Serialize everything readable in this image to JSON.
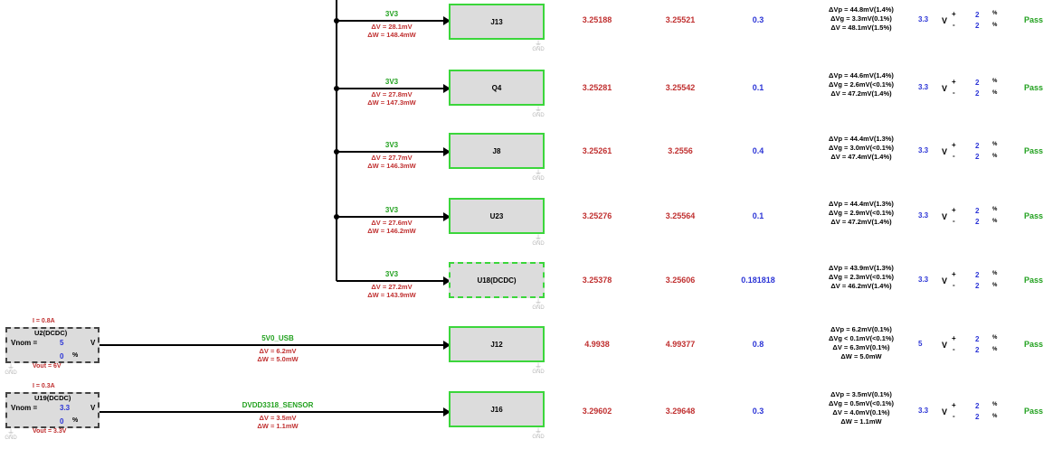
{
  "rows": [
    {
      "net": "3V3",
      "dv": "ΔV = 28.1mV",
      "dw": "ΔW = 148.4mW",
      "comp": "J13",
      "v1": "3.25188",
      "v2": "3.25521",
      "cur": "0.3",
      "res": [
        "ΔVp = 44.8mV(1.4%)",
        "ΔVg = 3.3mV(0.1%)",
        "ΔV = 48.1mV(1.5%)"
      ],
      "vnom": "3.3",
      "tp": "2",
      "tm": "2",
      "status": "Pass"
    },
    {
      "net": "3V3",
      "dv": "ΔV = 27.8mV",
      "dw": "ΔW = 147.3mW",
      "comp": "Q4",
      "v1": "3.25281",
      "v2": "3.25542",
      "cur": "0.1",
      "res": [
        "ΔVp = 44.6mV(1.4%)",
        "ΔVg = 2.6mV(<0.1%)",
        "ΔV = 47.2mV(1.4%)"
      ],
      "vnom": "3.3",
      "tp": "2",
      "tm": "2",
      "status": "Pass"
    },
    {
      "net": "3V3",
      "dv": "ΔV = 27.7mV",
      "dw": "ΔW = 146.3mW",
      "comp": "J8",
      "v1": "3.25261",
      "v2": "3.2556",
      "cur": "0.4",
      "res": [
        "ΔVp = 44.4mV(1.3%)",
        "ΔVg = 3.0mV(<0.1%)",
        "ΔV = 47.4mV(1.4%)"
      ],
      "vnom": "3.3",
      "tp": "2",
      "tm": "2",
      "status": "Pass"
    },
    {
      "net": "3V3",
      "dv": "ΔV = 27.6mV",
      "dw": "ΔW = 146.2mW",
      "comp": "U23",
      "v1": "3.25276",
      "v2": "3.25564",
      "cur": "0.1",
      "res": [
        "ΔVp = 44.4mV(1.3%)",
        "ΔVg = 2.9mV(<0.1%)",
        "ΔV = 47.2mV(1.4%)"
      ],
      "vnom": "3.3",
      "tp": "2",
      "tm": "2",
      "status": "Pass"
    },
    {
      "net": "3V3",
      "dv": "ΔV = 27.2mV",
      "dw": "ΔW = 143.9mW",
      "comp": "U18(DCDC)",
      "v1": "3.25378",
      "v2": "3.25606",
      "cur": "0.181818",
      "res": [
        "ΔVp = 43.9mV(1.3%)",
        "ΔVg = 2.3mV(<0.1%)",
        "ΔV = 46.2mV(1.4%)"
      ],
      "vnom": "3.3",
      "tp": "2",
      "tm": "2",
      "status": "Pass"
    },
    {
      "net": "5V0_USB",
      "dv": "ΔV = 6.2mV",
      "dw": "ΔW = 5.0mW",
      "comp": "J12",
      "v1": "4.9938",
      "v2": "4.99377",
      "cur": "0.8",
      "res": [
        "ΔVp = 6.2mV(0.1%)",
        "ΔVg < 0.1mV(<0.1%)",
        "ΔV = 6.3mV(0.1%)",
        "ΔW = 5.0mW"
      ],
      "vnom": "5",
      "tp": "2",
      "tm": "2",
      "status": "Pass"
    },
    {
      "net": "DVDD3318_SENSOR",
      "dv": "ΔV = 3.5mV",
      "dw": "ΔW = 1.1mW",
      "comp": "J16",
      "v1": "3.29602",
      "v2": "3.29648",
      "cur": "0.3",
      "res": [
        "ΔVp = 3.5mV(0.1%)",
        "ΔVg = 0.5mV(<0.1%)",
        "ΔV = 4.0mV(0.1%)",
        "ΔW = 1.1mW"
      ],
      "vnom": "3.3",
      "tp": "2",
      "tm": "2",
      "status": "Pass"
    }
  ],
  "sources": [
    {
      "current": "I = 0.8A",
      "name": "U2(DCDC)",
      "vnom_label": "Vnom =",
      "vnom": "5",
      "unit_v": "V",
      "pct_val": "0",
      "pct": "%",
      "vout": "Vout = 6V"
    },
    {
      "current": "I = 0.3A",
      "name": "U19(DCDC)",
      "vnom_label": "Vnom =",
      "vnom": "3.3",
      "unit_v": "V",
      "pct_val": "0",
      "pct": "%",
      "vout": "Vout = 3.3V"
    }
  ],
  "labels": {
    "gnd": "GND",
    "unit_v": "V",
    "plus": "+",
    "minus": "-",
    "percent": "%"
  },
  "colors": {
    "net_green": "#22a11f",
    "drop_red": "#c03030",
    "value_blue": "#2b34d6",
    "border_green": "#3bd63b"
  }
}
